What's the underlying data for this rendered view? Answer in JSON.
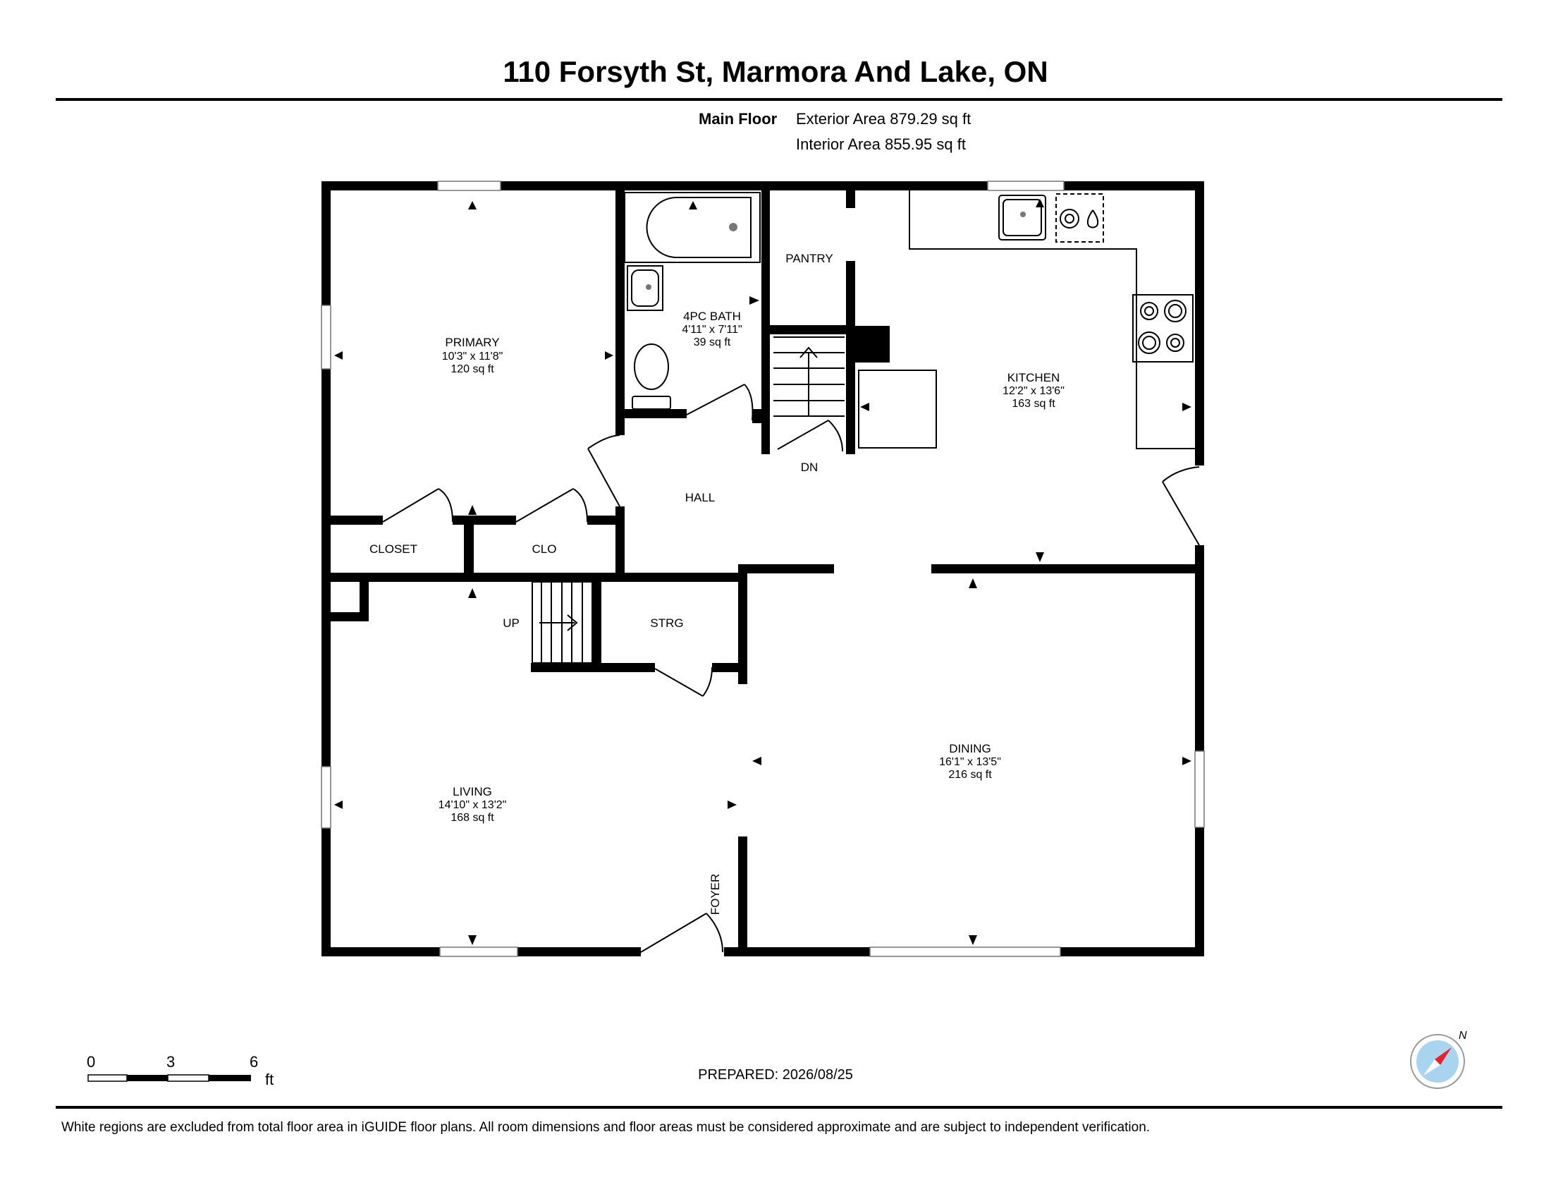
{
  "header": {
    "title": "110 Forsyth St, Marmora And Lake, ON",
    "floor_name": "Main Floor",
    "exterior_area": "Exterior Area 879.29 sq ft",
    "interior_area": "Interior Area 855.95 sq ft"
  },
  "rooms": {
    "primary": {
      "name": "PRIMARY",
      "dims": "10'3\" x 11'8\"",
      "area": "120 sq ft"
    },
    "bath": {
      "name": "4PC BATH",
      "dims": "4'11\" x 7'11\"",
      "area": "39 sq ft"
    },
    "kitchen": {
      "name": "KITCHEN",
      "dims": "12'2\" x 13'6\"",
      "area": "163 sq ft"
    },
    "living": {
      "name": "LIVING",
      "dims": "14'10\" x 13'2\"",
      "area": "168 sq ft"
    },
    "dining": {
      "name": "DINING",
      "dims": "16'1\" x 13'5\"",
      "area": "216 sq ft"
    }
  },
  "labels": {
    "pantry": "PANTRY",
    "hall": "HALL",
    "dn": "DN",
    "closet": "CLOSET",
    "clo": "CLO",
    "up": "UP",
    "strg": "STRG",
    "foyer": "FOYER"
  },
  "scale": {
    "marks": [
      "0",
      "3",
      "6"
    ],
    "unit": "ft"
  },
  "compass": {
    "north_label": "N",
    "needle_color": "#e8202a",
    "dial_color": "#a9d4f0"
  },
  "footer": {
    "prepared": "PREPARED: 2026/08/25",
    "disclaimer": "White regions are excluded from total floor area in iGUIDE floor plans. All room dimensions and floor areas must be considered approximate and are subject to independent verification."
  }
}
